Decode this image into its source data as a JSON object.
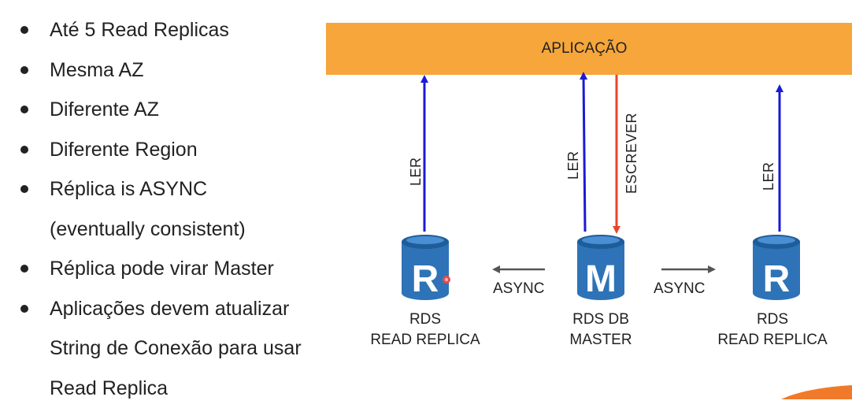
{
  "bullets": [
    {
      "lines": [
        "Até 5 Read Replicas"
      ]
    },
    {
      "lines": [
        "Mesma AZ"
      ]
    },
    {
      "lines": [
        "Diferente AZ"
      ]
    },
    {
      "lines": [
        "Diferente Region"
      ]
    },
    {
      "lines": [
        "Réplica is ASYNC",
        "(eventually consistent)"
      ]
    },
    {
      "lines": [
        "Réplica pode virar Master"
      ]
    },
    {
      "lines": [
        "Aplicações devem atualizar",
        "String de Conexão para usar",
        "Read Replica"
      ]
    }
  ],
  "diagram": {
    "app_label": "APLICAÇÃO",
    "replica_left": {
      "letter": "R",
      "label_line1": "RDS",
      "label_line2": "READ REPLICA"
    },
    "master": {
      "letter": "M",
      "label_line1": "RDS DB",
      "label_line2": "MASTER"
    },
    "replica_right": {
      "letter": "R",
      "label_line1": "RDS",
      "label_line2": "READ REPLICA"
    },
    "read_label": "LER",
    "write_label": "ESCREVER",
    "async_label": "ASYNC",
    "colors": {
      "app_bar": "#f6a63a",
      "db_blue": "#2e73b8",
      "read_arrow": "#1a1ad6",
      "write_arrow": "#e8452a",
      "async_arrow": "#555555"
    },
    "icons": [
      "database-cylinder-icon",
      "red-dot-icon",
      "orange-swoosh-logo"
    ]
  }
}
